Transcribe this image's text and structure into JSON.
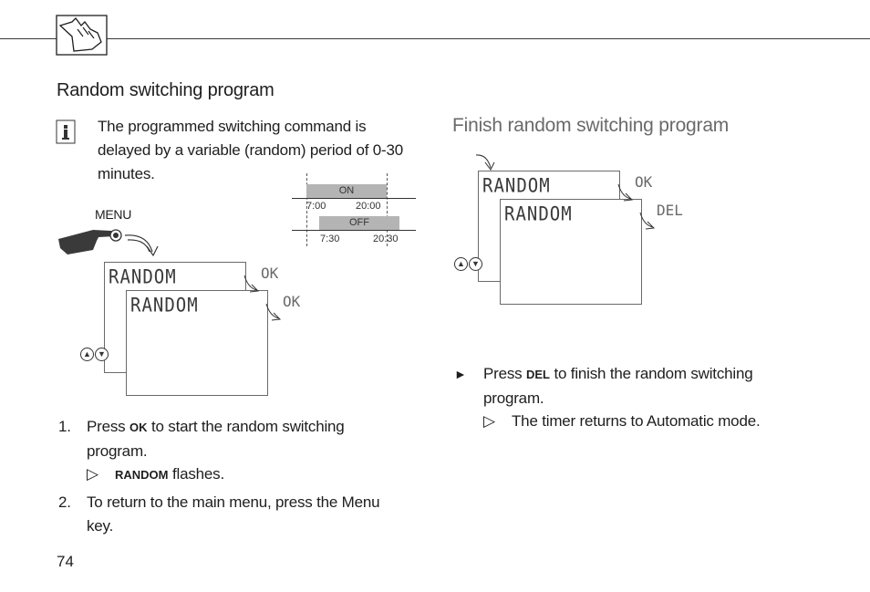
{
  "header": {
    "logo_icon": "hand-pointing-icon"
  },
  "section_left": {
    "title": "Random switching program",
    "info_icon": "info-icon",
    "info_text": "The programmed switching command is delayed by a variable (random) period of 0-30 minutes.",
    "menu_label": "MENU",
    "timeline": {
      "on_label": "ON",
      "off_label": "OFF",
      "on_times": [
        "7:00",
        "20:00"
      ],
      "off_times": [
        "7:30",
        "20:30"
      ]
    },
    "screen_back_text": "RANDOM",
    "screen_front_text": "RANDOM",
    "ok_label_1": "OK",
    "ok_label_2": "OK",
    "steps": [
      {
        "num": "1.",
        "pre": "Press ",
        "key": "OK",
        "post": " to start the random switching program."
      },
      {
        "num": "2.",
        "text": "To return to the main menu, press the Menu key."
      }
    ],
    "result": {
      "marker": "▷",
      "key": "RANDOM",
      "text": " flashes."
    }
  },
  "section_right": {
    "title": "Finish random switching program",
    "screen_back_text": "RANDOM",
    "screen_front_text": "RANDOM",
    "ok_label": "OK",
    "del_label": "DEL",
    "step": {
      "marker": "►",
      "pre": "Press ",
      "key": "DEL",
      "post": " to finish the random switching program."
    },
    "result": {
      "marker": "▷",
      "text": "The timer returns to Automatic mode."
    }
  },
  "footer": {
    "page_number": "74"
  }
}
